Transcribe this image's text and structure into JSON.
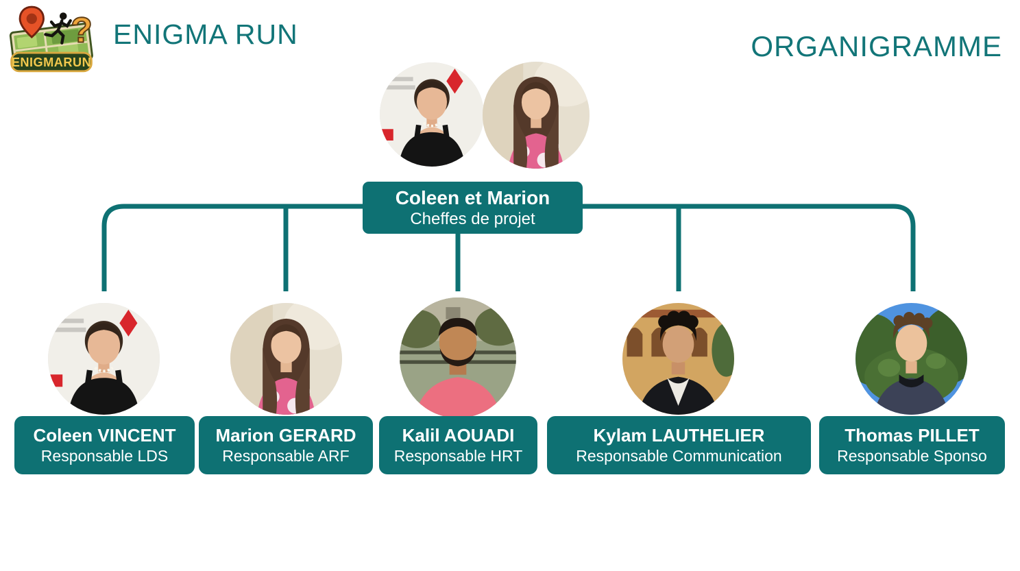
{
  "header": {
    "brand": "ENIGMA RUN",
    "title": "ORGANIGRAMME"
  },
  "logo": {
    "banner_text": "ENIGMARUN"
  },
  "colors": {
    "teal": "#0E7173",
    "heading": "#127578",
    "box_text": "#FFFFFF"
  },
  "root": {
    "name": "Coleen et Marion",
    "role": "Cheffes de projet"
  },
  "members": [
    {
      "name": "Coleen VINCENT",
      "role": "Responsable LDS"
    },
    {
      "name": "Marion GERARD",
      "role": "Responsable ARF"
    },
    {
      "name": "Kalil AOUADI",
      "role": "Responsable HRT"
    },
    {
      "name": "Kylam LAUTHELIER",
      "role": "Responsable Communication"
    },
    {
      "name": "Thomas PILLET",
      "role": "Responsable Sponso"
    }
  ]
}
